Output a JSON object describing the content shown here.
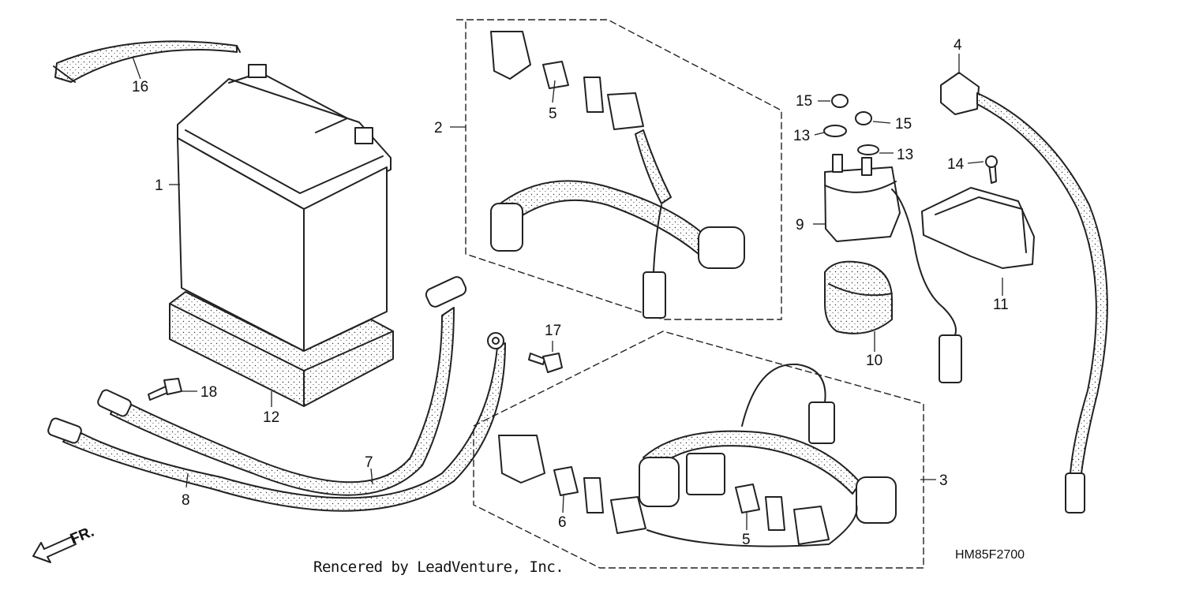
{
  "callouts": {
    "n1": "1",
    "n2": "2",
    "n3": "3",
    "n4": "4",
    "n5a": "5",
    "n5b": "5",
    "n6": "6",
    "n7": "7",
    "n8": "8",
    "n9": "9",
    "n10": "10",
    "n11": "11",
    "n12": "12",
    "n13a": "13",
    "n13b": "13",
    "n14": "14",
    "n15a": "15",
    "n15b": "15",
    "n16": "16",
    "n17": "17",
    "n18": "18"
  },
  "direction_label": "FR.",
  "diagram_code": "HM85F2700",
  "credit": "Rencered by LeadVenture, Inc."
}
